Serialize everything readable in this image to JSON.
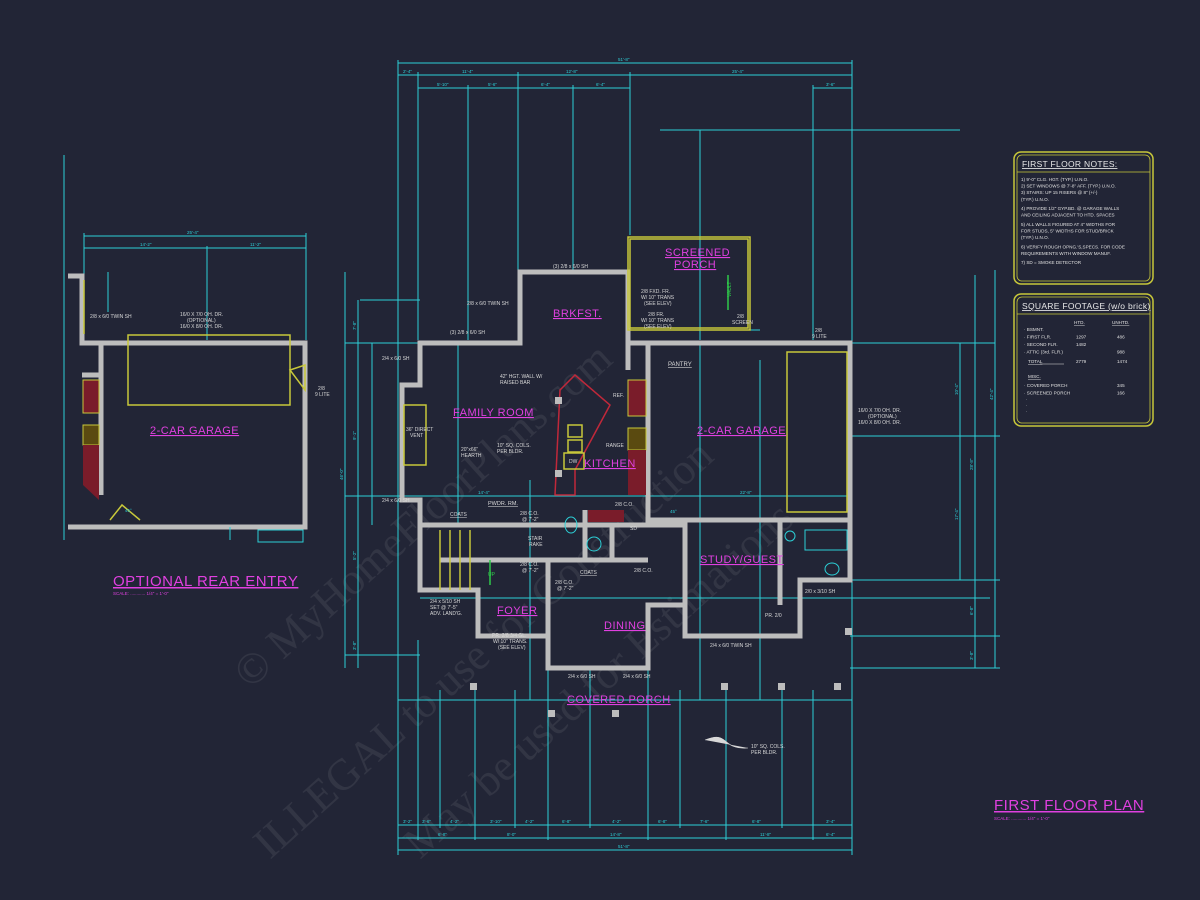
{
  "watermark": {
    "line1": "© MyHomeFloorPlans.com",
    "line2": "ILLEGAL to use for Construction",
    "line3": "May be used for Estimations"
  },
  "titles": {
    "main": "FIRST FLOOR PLAN",
    "main_scale": "SCALE: ............ 1/4\" = 1'-0\"",
    "alt": "OPTIONAL REAR ENTRY",
    "alt_scale": "SCALE: ............ 1/4\" = 1'-0\""
  },
  "rooms": {
    "screened_porch_1": "SCREENED",
    "screened_porch_2": "PORCH",
    "breakfast": "BRKFST.",
    "family_room": "FAMILY ROOM",
    "kitchen": "KITCHEN",
    "garage": "2-CAR GARAGE",
    "alt_garage": "2-CAR GARAGE",
    "study": "STUDY/GUEST",
    "foyer": "FOYER",
    "dining": "DINING",
    "covered_porch": "COVERED PORCH",
    "pantry": "PANTRY",
    "pwdr": "PWDR. RM."
  },
  "annotations": {
    "brk_window_top": "(3) 2/8 x 6/0 SH",
    "brk_window_left": "2/8 x 6/0 TWIN SH",
    "fam_window_top": "(3) 2/8 x 6/0 SH",
    "fam_window_left": "2/4 x 6/0 SH",
    "fam_window_left2": "2/4 x 6/0 SH",
    "raised_bar_1": "42\" HGT. WALL W/",
    "raised_bar_2": "RAISED BAR",
    "cols_1": "10\" SQ. COLS.",
    "cols_2": "PER BLDR.",
    "vent_1": "36\" DIRECT",
    "vent_2": "VENT",
    "hearth_1": "20\"x66\"",
    "hearth_2": "HEARTH",
    "ref": "REF.",
    "range": "RANGE",
    "dw": "DW",
    "fxd_1": "2/8 FXD. FR.",
    "fxd_2": "W/ 10\" TRANS",
    "fxd_3": "(SEE ELEV)",
    "fr_1": "2/8 FR.",
    "fr_2": "W/ 10\" TRANS",
    "fr_3": "(SEE ELEV)",
    "vault": "VAULT",
    "screen_1": "2/8",
    "screen_2": "SCREEN",
    "lite_1": "2/8",
    "lite_2": "9 LITE",
    "ohdr_1": "16/0 X 7/0 OH. DR.",
    "ohdr_2": "(OPTIONAL)",
    "ohdr_3": "16/0 X 8/0 OH. DR.",
    "coats_1": "COATS",
    "coats_2": "COATS",
    "co_1": "2/8 C.O.",
    "co_1b": "@ 7'-2\"",
    "co_2": "2/8 C.O.",
    "co_2b": "@ 7'-2\"",
    "co_3": "2/8 C.O.",
    "co_3b": "@ 7'-2\"",
    "co_4": "2/8 C.O.",
    "co_5": "2/8 C.O.",
    "stair_1": "STAIR",
    "stair_2": "RAKE",
    "up": "UP",
    "sd": "SD",
    "foyer_win_1": "2/4 x 5/10 SH",
    "foyer_win_2": "SET @ 7'-5\"",
    "foyer_win_3": "ADV. LAND'G.",
    "foyer_door_1": "PR. 2/8 3/4 GL.",
    "foyer_door_2": "W/ 10\" TRANS.",
    "foyer_door_3": "(SEE ELEV)",
    "dining_win_1": "2/4 x 6/0 SH",
    "dining_win_2": "2/4 x 6/0 SH",
    "study_win": "2/4 x 6/0 TWIN SH",
    "bath_win": "2/0 x 3/10 SH",
    "pr": "PR. 2/0",
    "porch_cols_1": "10\" SQ. COLS.",
    "porch_cols_2": "PER BLDR.",
    "alt_window": "2/8 x 6/0 TWIN SH",
    "alt_lite_1": "2/8",
    "alt_lite_2": "9 LITE",
    "angle": "45°"
  },
  "dimensions": {
    "overall_top": "51'-8\"",
    "top_row2": [
      "2'-4\"",
      "11'-4\"",
      "12'-8\"",
      "25'-4\""
    ],
    "top_row3": [
      "5'-10\"",
      "5'-6\"",
      "6'-4\"",
      "6'-4\"",
      "3'-6\""
    ],
    "bottom_row1": [
      "3'-2\"",
      "3'-6\"",
      "4'-2\"",
      "3'-10\"",
      "4'-2\"",
      "6'-8\"",
      "4'-2\"",
      "6'-8\"",
      "7'-6\"",
      "6'-8\"",
      "3'-4\""
    ],
    "bottom_row2": [
      "6'-8\"",
      "8'-0\"",
      "14'-8\"",
      "11'-8\"",
      "6'-4\""
    ],
    "overall_bottom": "51'-8\"",
    "right": [
      "28'-8\"",
      "42'-4\"",
      "17'-4\"",
      "10'-4\"",
      "6'-8\"",
      "3'-8\""
    ],
    "left": [
      "46'-0\"",
      "7'-8\"",
      "9'-1\"",
      "5'-2\"",
      "3'-8\""
    ],
    "garage_depth": "22'-8\"",
    "garage_width": "14'-4\"",
    "alt_overall": "25'-4\"",
    "alt_sub": [
      "14'-2\"",
      "11'-2\""
    ]
  },
  "notes": {
    "heading": "FIRST FLOOR NOTES:",
    "items": [
      "1) 9'-0\"  CLG. HGT. (TYP.) U.N.O.",
      "2) SET WINDOWS @ 7'-8\" AFF. (TYP.) U.N.O.",
      "3) STAIRS: UP 15 RISERS @ 8\" (+/-)",
      "    (TYP.) U.N.O.",
      "4) PROVIDE 1/2\" GYP.BD. @ GARAGE WALLS",
      "    AND CEILING ADJACENT TO HTD. SPACES",
      "5) ALL WALLS FIGURED AT 4\" WIDTHS FOR",
      "    FOR STUDS, 5\" WIDTHS FOR STUD/BRICK",
      "    (TYP.) U.N.O.",
      "6) VERIFY ROUGH OPNG.'S,SPECS. FOR CODE",
      "    REQUIREMENTS WITH WINDOW MANUF.",
      "7) SD = SMOKE DETECTOR"
    ]
  },
  "square_footage": {
    "heading": "SQUARE FOOTAGE (w/o brick)",
    "col_heated": "HTD.",
    "col_unheated": "UNHTD.",
    "rows": [
      {
        "label": "· BSMNT.",
        "htd": "",
        "unhtd": ""
      },
      {
        "label": "· FIRST FLR.",
        "htd": "1297",
        "unhtd": "486"
      },
      {
        "label": "· SECOND FLR.",
        "htd": "1482",
        "unhtd": ""
      },
      {
        "label": "· ATTIC (3rd. FLR.)",
        "htd": "",
        "unhtd": "988"
      }
    ],
    "total_label": "TOTAL",
    "total_htd": "2779",
    "total_unhtd": "1474",
    "misc_heading": "MISC.",
    "misc": [
      {
        "label": "· COVERED PORCH",
        "value": "345"
      },
      {
        "label": "· SCREENED PORCH",
        "value": "166"
      }
    ]
  },
  "colors": {
    "background": "#222536",
    "dimension": "#2ccfd6",
    "label": "#e040e0",
    "wall": "#bdbdbd",
    "fixture": "#c8c83a"
  }
}
